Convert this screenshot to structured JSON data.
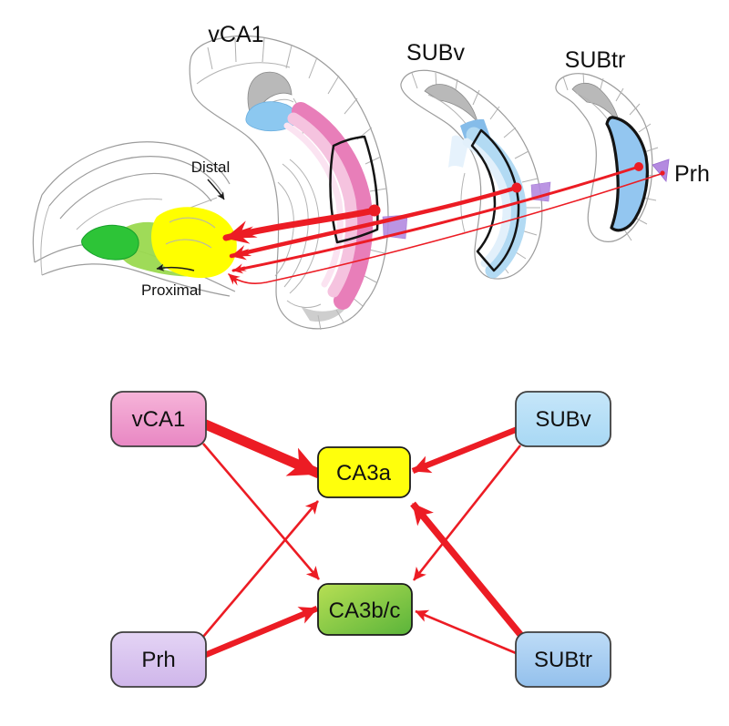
{
  "top": {
    "vca1": "vCA1",
    "subv": "SUBv",
    "subtr": "SUBtr",
    "prh": "Prh",
    "distal": "Distal",
    "proximal": "Proximal"
  },
  "nodes": {
    "vca1": "vCA1",
    "subv": "SUBv",
    "prh": "Prh",
    "subtr": "SUBtr",
    "ca3a": "CA3a",
    "ca3bc": "CA3b/c"
  },
  "edges": [
    {
      "from": "vCA1",
      "to": "CA3a",
      "strength": "strongest"
    },
    {
      "from": "vCA1",
      "to": "CA3b/c",
      "strength": "weak"
    },
    {
      "from": "Prh",
      "to": "CA3a",
      "strength": "weak"
    },
    {
      "from": "Prh",
      "to": "CA3b/c",
      "strength": "strong"
    },
    {
      "from": "SUBv",
      "to": "CA3a",
      "strength": "strong"
    },
    {
      "from": "SUBv",
      "to": "CA3b/c",
      "strength": "weak"
    },
    {
      "from": "SUBtr",
      "to": "CA3a",
      "strength": "strong"
    },
    {
      "from": "SUBtr",
      "to": "CA3b/c",
      "strength": "weak"
    }
  ],
  "colors": {
    "red": "#ec1c24",
    "yellow": "#ffff00",
    "green_light": "#9ad94f",
    "green_dark": "#2dc437",
    "pink_band": "#e87eb9",
    "pink_band_light": "#f5c3df",
    "pink_band_pale": "#fbe3f1",
    "blue_patch": "#8cc8f0",
    "gray_matter": "#b9b9b9",
    "blue_band": "#b2daf3",
    "blue_band_dark": "#85bce9",
    "blue_band_pale": "#e2f0fb",
    "blue_crescent": "#93c6f0",
    "purple": "#b48ae0",
    "box_vca1_top": "#f6b4d9",
    "box_vca1_bot": "#e887c3",
    "box_prh_top": "#e4d4f5",
    "box_prh_bot": "#cfb6ea",
    "box_subv_top": "#c6e6f9",
    "box_subv_bot": "#a8d8f4",
    "box_subtr_top": "#bedcf7",
    "box_subtr_bot": "#93c0ec",
    "box_ca3a": "#ffff0c",
    "box_ca3bc_top": "#b7df54",
    "box_ca3bc_bot": "#5ab43a"
  }
}
